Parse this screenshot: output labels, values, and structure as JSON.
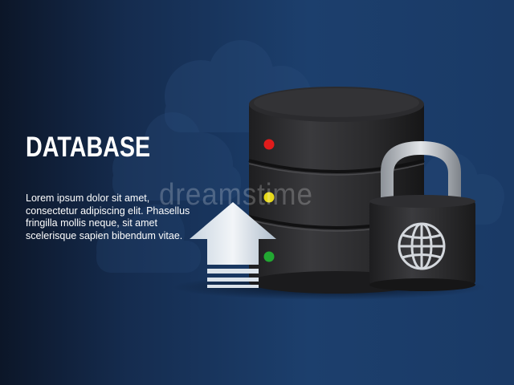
{
  "heading": "DATABASE",
  "description": "Lorem ipsum dolor sit amet, consectetur adipiscing elit. Phasellus fringilla mollis neque, sit amet scelerisque sapien bibendum vitae.",
  "watermark": "dreamstime",
  "colors": {
    "background_dark": "#0e1c33",
    "background_mid": "#1a3a66",
    "led_red": "#e01b1b",
    "led_yellow": "#e6d81a",
    "led_green": "#22a832"
  },
  "icons": [
    "server-icon",
    "padlock-icon",
    "globe-icon",
    "upload-arrow-icon",
    "cloud-icon"
  ]
}
